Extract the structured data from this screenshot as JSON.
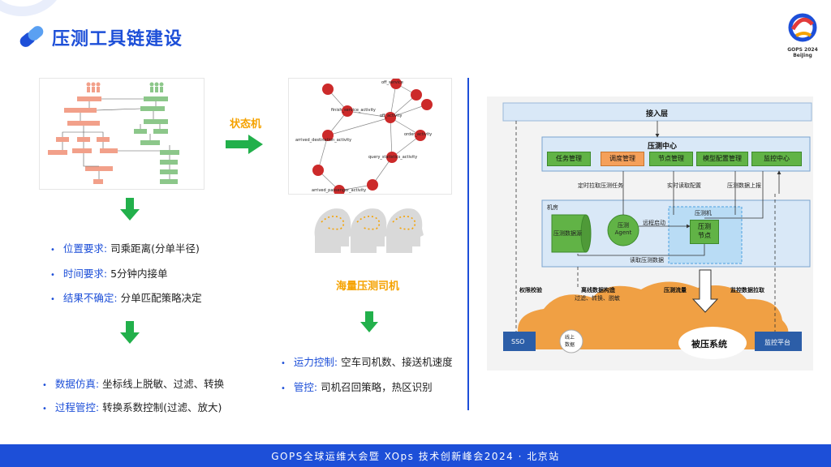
{
  "page": {
    "title": "压测工具链建设"
  },
  "brand": {
    "logo_line1": "GOPS 2024",
    "logo_line2": "BeiJing"
  },
  "left": {
    "bullets_a": [
      {
        "label": "位置要求:",
        "text": " 司乘距离(分单半径)"
      },
      {
        "label": "时间要求:",
        "text": "  5分钟内接单"
      },
      {
        "label": "结果不确定:",
        "text": " 分单匹配策略决定"
      }
    ],
    "bullets_b": [
      {
        "label": "数据仿真:",
        "text": " 坐标线上脱敏、过滤、转换"
      },
      {
        "label": "过程管控:",
        "text": " 转换系数控制(过滤、放大)"
      }
    ]
  },
  "middle": {
    "state_machine_label": "状态机",
    "drivers_label": "海量压测司机",
    "bullets": [
      {
        "label": "运力控制:",
        "text": " 空车司机数、接送机速度"
      },
      {
        "label": "管控:",
        "text": " 司机召回策略，热区识别"
      }
    ],
    "graph_nodes": [
      "off_service",
      "finish_service_activity",
      "off_activity",
      "arrived_destination_activity",
      "order_activity",
      "query_statistics_activity",
      "arrived_passenger_activity"
    ]
  },
  "diagram": {
    "access_layer": "接入层",
    "center_title": "压测中心",
    "modules": [
      "任务管理",
      "调度管理",
      "节点管理",
      "模型配置管理",
      "监控中心"
    ],
    "labels": {
      "timed_pull": "定时拉取压测任务",
      "realtime_config": "实时读取配置",
      "report": "压测数据上报",
      "room": "机房",
      "machine": "压测机",
      "data_source": "压测数据源",
      "agent": "压测\nAgent",
      "remote_start": "远程启动",
      "node": "压测\n节点",
      "read_data": "读取压测数据",
      "auth": "权限校验",
      "offline_build": "离线数据构造",
      "offline_build_sub": "过滤、转换、脱敏",
      "flow": "压测流量",
      "monitor_pull": "监控数据拉取",
      "sso": "SSO",
      "online_data": "线上\n数据",
      "target": "被压系统",
      "monitor_platform": "监控平台"
    }
  },
  "footer": {
    "text": "GOPS全球运维大会暨 XOps 技术创新峰会2024 · 北京站"
  }
}
